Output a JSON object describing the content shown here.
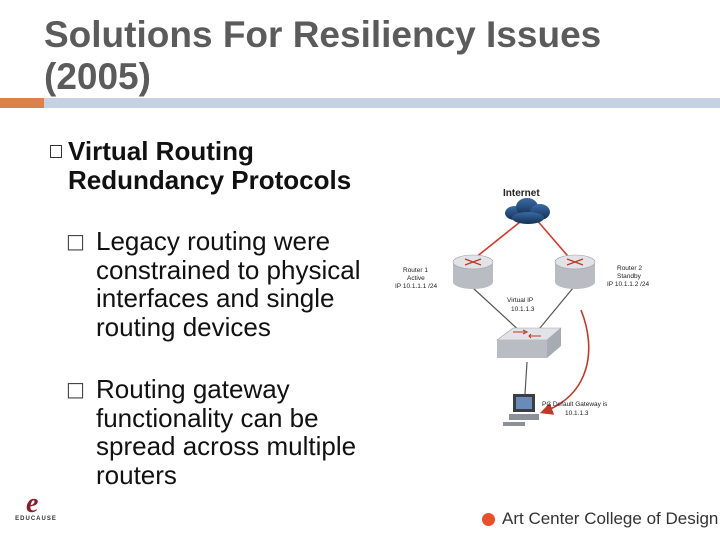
{
  "slide": {
    "title": "Solutions For Resiliency Issues (2005)",
    "bullet": {
      "text": "Virtual Routing Redundancy Protocols",
      "sub_bullets": [
        {
          "glyph": "□",
          "text": "Legacy routing were constrained to physical interfaces and single routing devices"
        },
        {
          "glyph": "□",
          "text": "Routing gateway functionality can be spread across multiple routers"
        }
      ]
    }
  },
  "diagram": {
    "internet_label": "Internet",
    "router1": {
      "line1": "Router 1",
      "line2": "Active",
      "line3": "IP 10.1.1.1 /24"
    },
    "router2": {
      "line1": "Router 2",
      "line2": "Standby",
      "line3": "IP 10.1.1.2 /24"
    },
    "virtual_ip": {
      "line1": "Virtual IP",
      "line2": "10.1.1.3"
    },
    "pc_gateway": {
      "line1": "PC Default Gateway is",
      "line2": "10.1.1.3"
    },
    "colors": {
      "link": "#d43a2a",
      "cloud": "#1d3d6b",
      "device": "#c9ccd2",
      "arrow": "#c0392b"
    }
  },
  "footer": {
    "left_logo_mark": "e",
    "left_logo_word": "EDUCAUSE",
    "org_name": "Art Center College of Design",
    "accent": "#e8502a"
  }
}
